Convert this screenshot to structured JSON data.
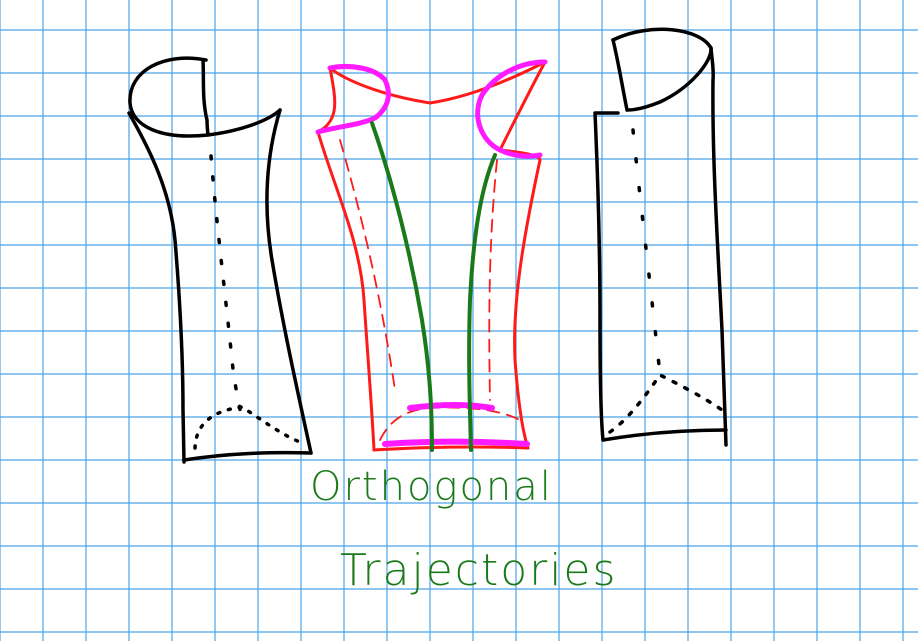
{
  "labels": {
    "line1": "Orthogonal",
    "line2": "Trajectories"
  },
  "colors": {
    "paper": "#ffffff",
    "grid": "#4aa3e8",
    "ink": "#000000",
    "red": "#ff1a1a",
    "magenta": "#ff1aff",
    "green": "#1a7a1a"
  },
  "figures": [
    {
      "name": "left-cylinder-sketch",
      "ink": "black"
    },
    {
      "name": "middle-cylinder-sketch",
      "ink": "red"
    },
    {
      "name": "right-cylinder-sketch",
      "ink": "black"
    }
  ]
}
